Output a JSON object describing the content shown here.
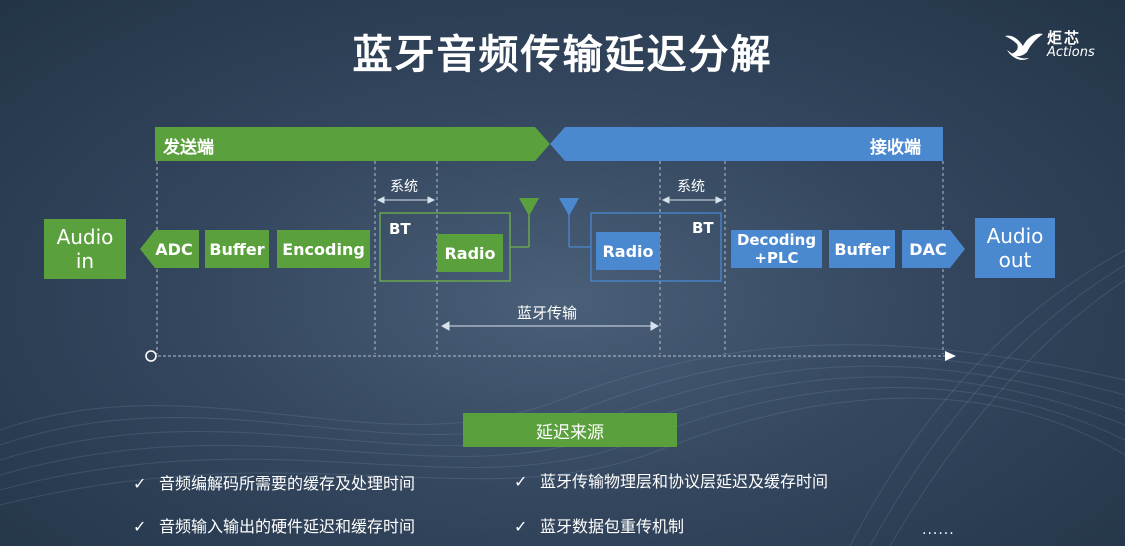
{
  "title": "蓝牙音频传输延迟分解",
  "logo": {
    "cn": "炬芯",
    "en": "Actions"
  },
  "banner": {
    "sender": "发送端",
    "receiver": "接收端"
  },
  "sender": {
    "audio_in_line1": "Audio",
    "audio_in_line2": "in",
    "blocks": [
      "ADC",
      "Buffer",
      "Encoding"
    ],
    "system_label": "系统",
    "bt": "BT",
    "radio": "Radio"
  },
  "receiver": {
    "audio_out_line1": "Audio",
    "audio_out_line2": "out",
    "radio": "Radio",
    "bt": "BT",
    "system_label": "系统",
    "blocks": [
      "Decoding\n+PLC",
      "Buffer",
      "DAC"
    ]
  },
  "bt_transmission_label": "蓝牙传输",
  "latency_sources": {
    "heading": "延迟来源",
    "items": [
      "音频编解码所需要的缓存及处理时间",
      "音频输入输出的硬件延迟和缓存时间",
      "蓝牙传输物理层和协议层延迟及缓存时间",
      "蓝牙数据包重传机制"
    ],
    "ellipsis": "......"
  },
  "colors": {
    "green": "#5aa13d",
    "blue": "#4a88d0"
  }
}
